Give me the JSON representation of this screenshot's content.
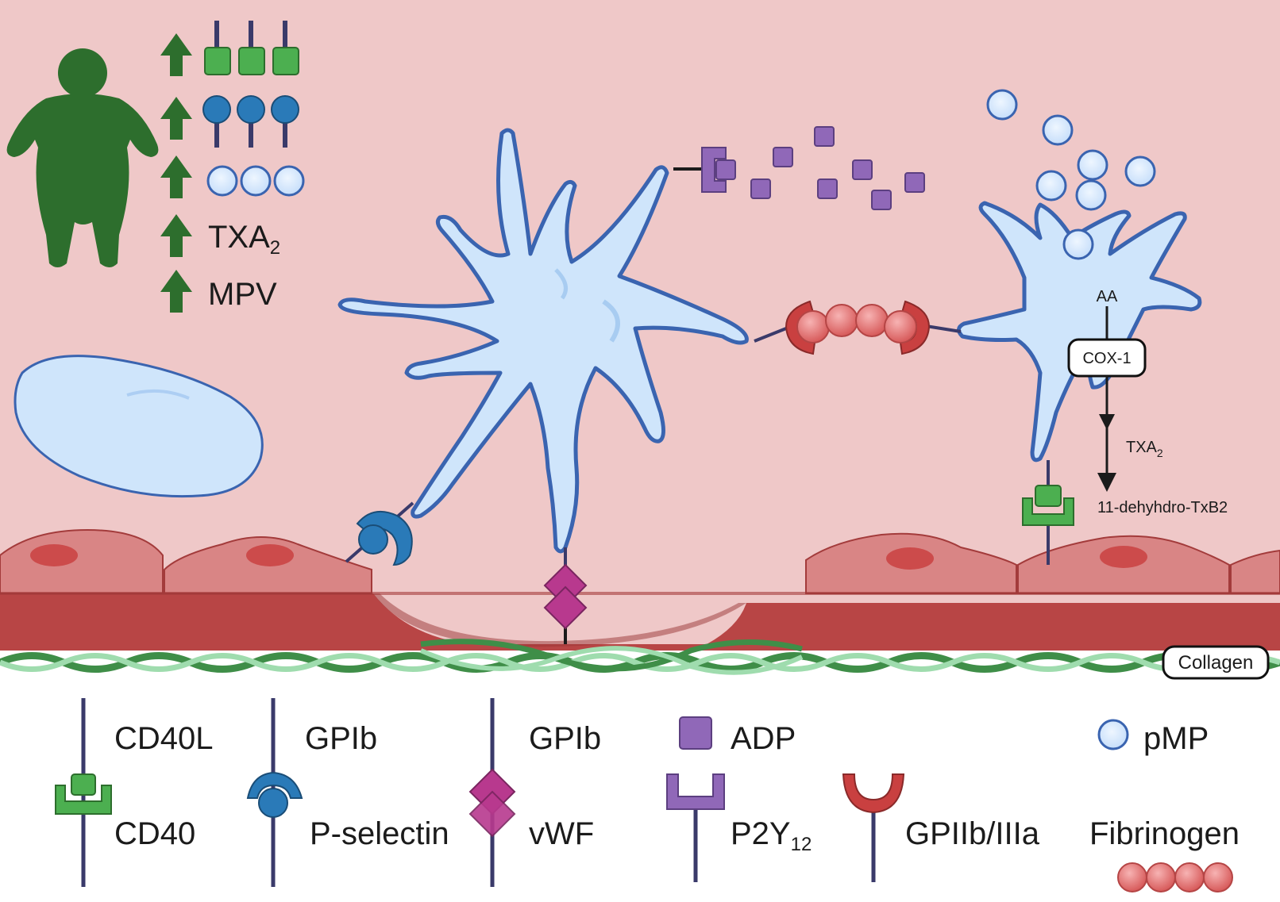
{
  "obesity_markers": {
    "txa2_label": "TXA",
    "txa2_sub": "2",
    "mpv_label": "MPV"
  },
  "pathway": {
    "aa_label": "AA",
    "enzyme_label": "COX-1",
    "product_label": "TXA",
    "product_sub": "2",
    "metabolite_label": "11-dehyhdro-TxB2"
  },
  "collagen_label": "Collagen",
  "legend": {
    "cd40l": "CD40L",
    "cd40": "CD40",
    "gpib_1": "GPIb",
    "pselectin": "P-selectin",
    "gpib_2": "GPIb",
    "vwf": "vWF",
    "adp": "ADP",
    "p2y12": "P2Y",
    "p2y12_sub": "12",
    "gpiib_iiia": "GPIIb/IIIa",
    "pmp": "pMP",
    "fibrinogen": "Fibrinogen"
  },
  "colors": {
    "lumen": "#efc8c8",
    "endothelium": "#d98585",
    "vessel_wall": "#b84545",
    "platelet_fill": "#cfe5fb",
    "platelet_stroke": "#3a64b0",
    "arrow_green": "#2d6e2d",
    "cd40_green": "#4caf50",
    "pselectin_blue": "#2a7ab8",
    "vwf_magenta": "#b8398e",
    "adp_purple": "#9068b8",
    "gpiib_red": "#c94040",
    "fibrinogen_red": "#e07070",
    "receptor_stalk": "#3a3a6a",
    "collagen_dark": "#3f8e48",
    "collagen_light": "#9fdcae"
  }
}
